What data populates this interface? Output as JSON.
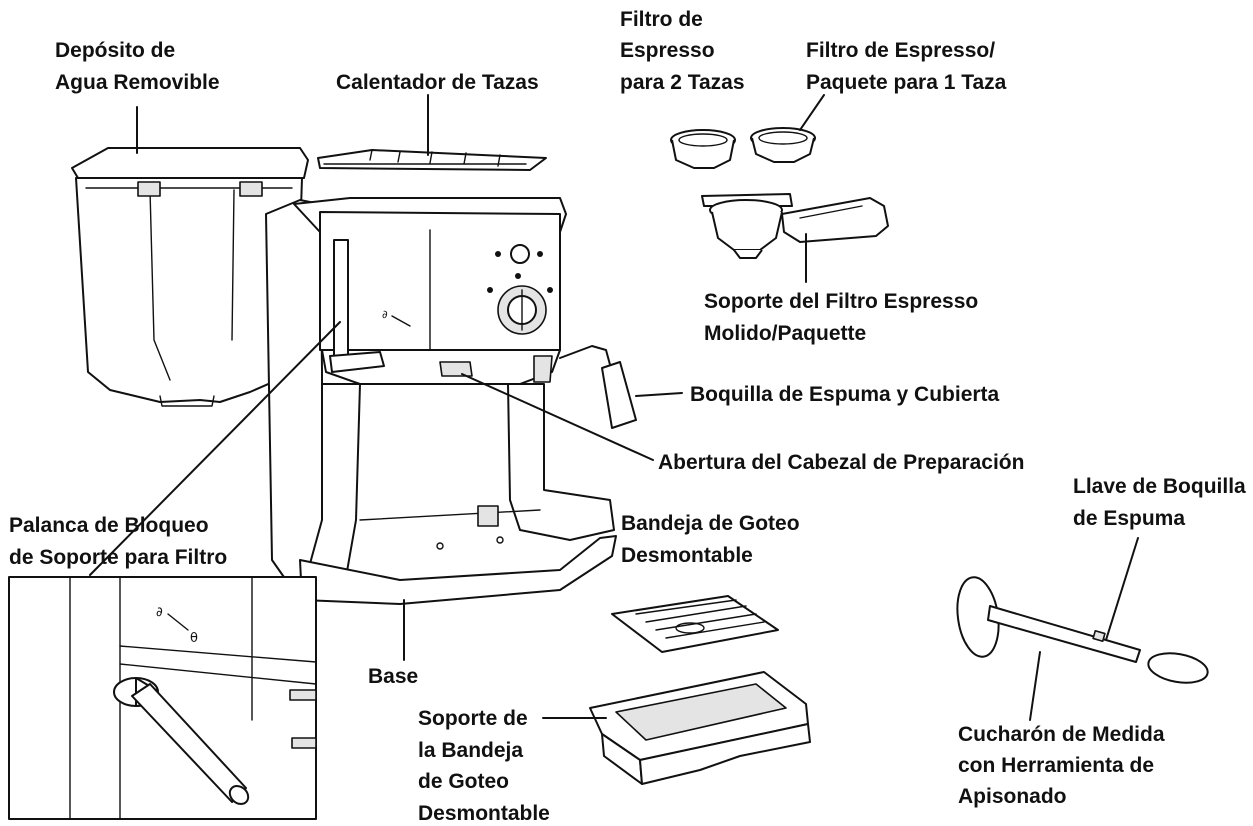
{
  "labels": {
    "water_tank": [
      "Depósito de",
      "Agua Removible"
    ],
    "cup_warmer": [
      "Calentador de Tazas"
    ],
    "filter_2cup": [
      "Filtro de",
      "Espresso",
      "para 2 Tazas"
    ],
    "filter_1cup": [
      "Filtro de Espresso/",
      "Paquete para 1 Taza"
    ],
    "portafilter": [
      "Soporte del Filtro Espresso",
      "Molido/Paquette"
    ],
    "frothing_nozzle": [
      "Boquilla de Espuma y Cubierta"
    ],
    "brew_head": [
      "Abertura del Cabezal de Preparación"
    ],
    "lock_lever": [
      "Palanca de Bloqueo",
      "de Soporte para Filtro"
    ],
    "drip_tray": [
      "Bandeja de Goteo",
      "Desmontable"
    ],
    "nozzle_key": [
      "Llave de Boquilla",
      "de Espuma"
    ],
    "base": [
      "Base"
    ],
    "tray_holder": [
      "Soporte de",
      "la Bandeja",
      "de Goteo",
      "Desmontable"
    ],
    "scoop": [
      "Cucharón de Medida",
      "con Herramienta de",
      "Apisonado"
    ]
  },
  "colors": {
    "ink": "#111111",
    "fill": "#ffffff",
    "shade": "#e4e4e4"
  }
}
